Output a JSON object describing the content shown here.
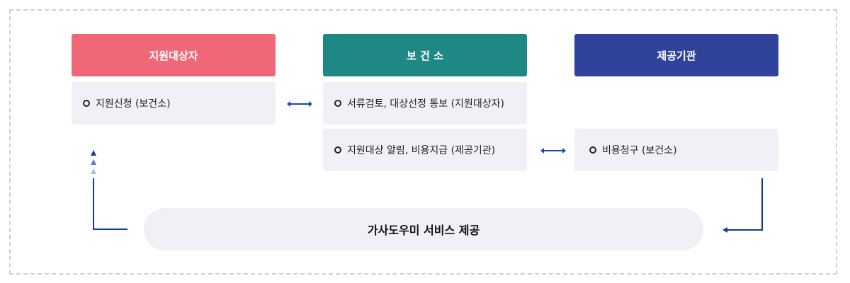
{
  "columns": [
    {
      "title": "지원대상자",
      "color": "#f06877"
    },
    {
      "title": "보 건 소",
      "color": "#1f8884"
    },
    {
      "title": "제공기관",
      "color": "#30439a"
    }
  ],
  "steps": {
    "apply": "지원신청 (보건소)",
    "review": "서류검토, 대상선정 통보 (지원대상자)",
    "notify": "지원대상 알림, 비용지급 (제공기관)",
    "claim": "비용청구 (보건소)"
  },
  "service": "가사도우미 서비스 제공"
}
